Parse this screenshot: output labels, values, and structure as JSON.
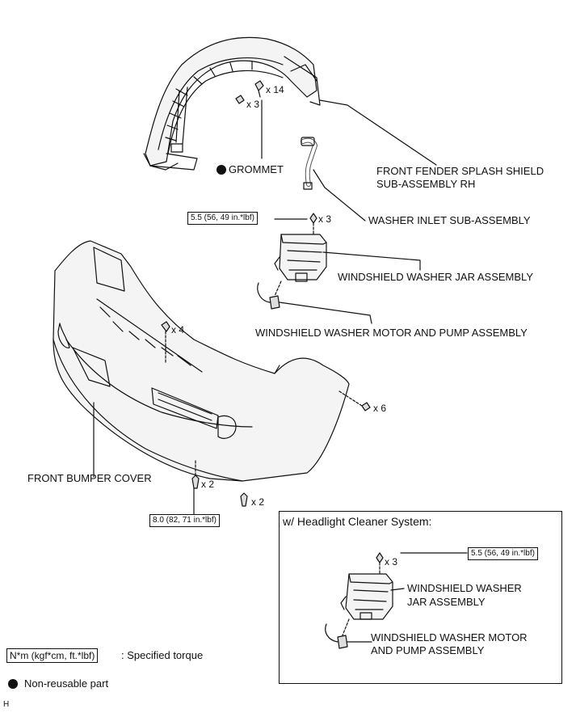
{
  "labels": {
    "grommet": "GROMMET",
    "splash_shield_1": "FRONT FENDER SPLASH SHIELD",
    "splash_shield_2": "SUB-ASSEMBLY RH",
    "washer_inlet": "WASHER INLET SUB-ASSEMBLY",
    "washer_jar": "WINDSHIELD WASHER JAR ASSEMBLY",
    "motor_pump": "WINDSHIELD WASHER MOTOR AND PUMP ASSEMBLY",
    "bumper_cover": "FRONT BUMPER COVER"
  },
  "quantities": {
    "q14": "x 14",
    "q3_clip": "x 3",
    "q3_jar": "x 3",
    "q4": "x 4",
    "q6": "x 6",
    "q2_left": "x 2",
    "q2_right": "x 2",
    "q3_inset": "x 3"
  },
  "torques": {
    "jar_bolt": "5.5 (56, 49 in.*lbf)",
    "bumper_bolt": "8.0 (82, 71 in.*lbf)",
    "inset_bolt": "5.5 (56, 49 in.*lbf)"
  },
  "inset": {
    "title": "w/ Headlight Cleaner System:",
    "jar_1": "WINDSHIELD WASHER",
    "jar_2": "JAR ASSEMBLY",
    "pump_1": "WINDSHIELD WASHER MOTOR",
    "pump_2": "AND PUMP ASSEMBLY"
  },
  "legend": {
    "torque_box": "N*m (kgf*cm, ft.*lbf)",
    "torque_text": ": Specified torque",
    "nonreusable_text": "Non-reusable part"
  },
  "footer": {
    "code": "H"
  }
}
